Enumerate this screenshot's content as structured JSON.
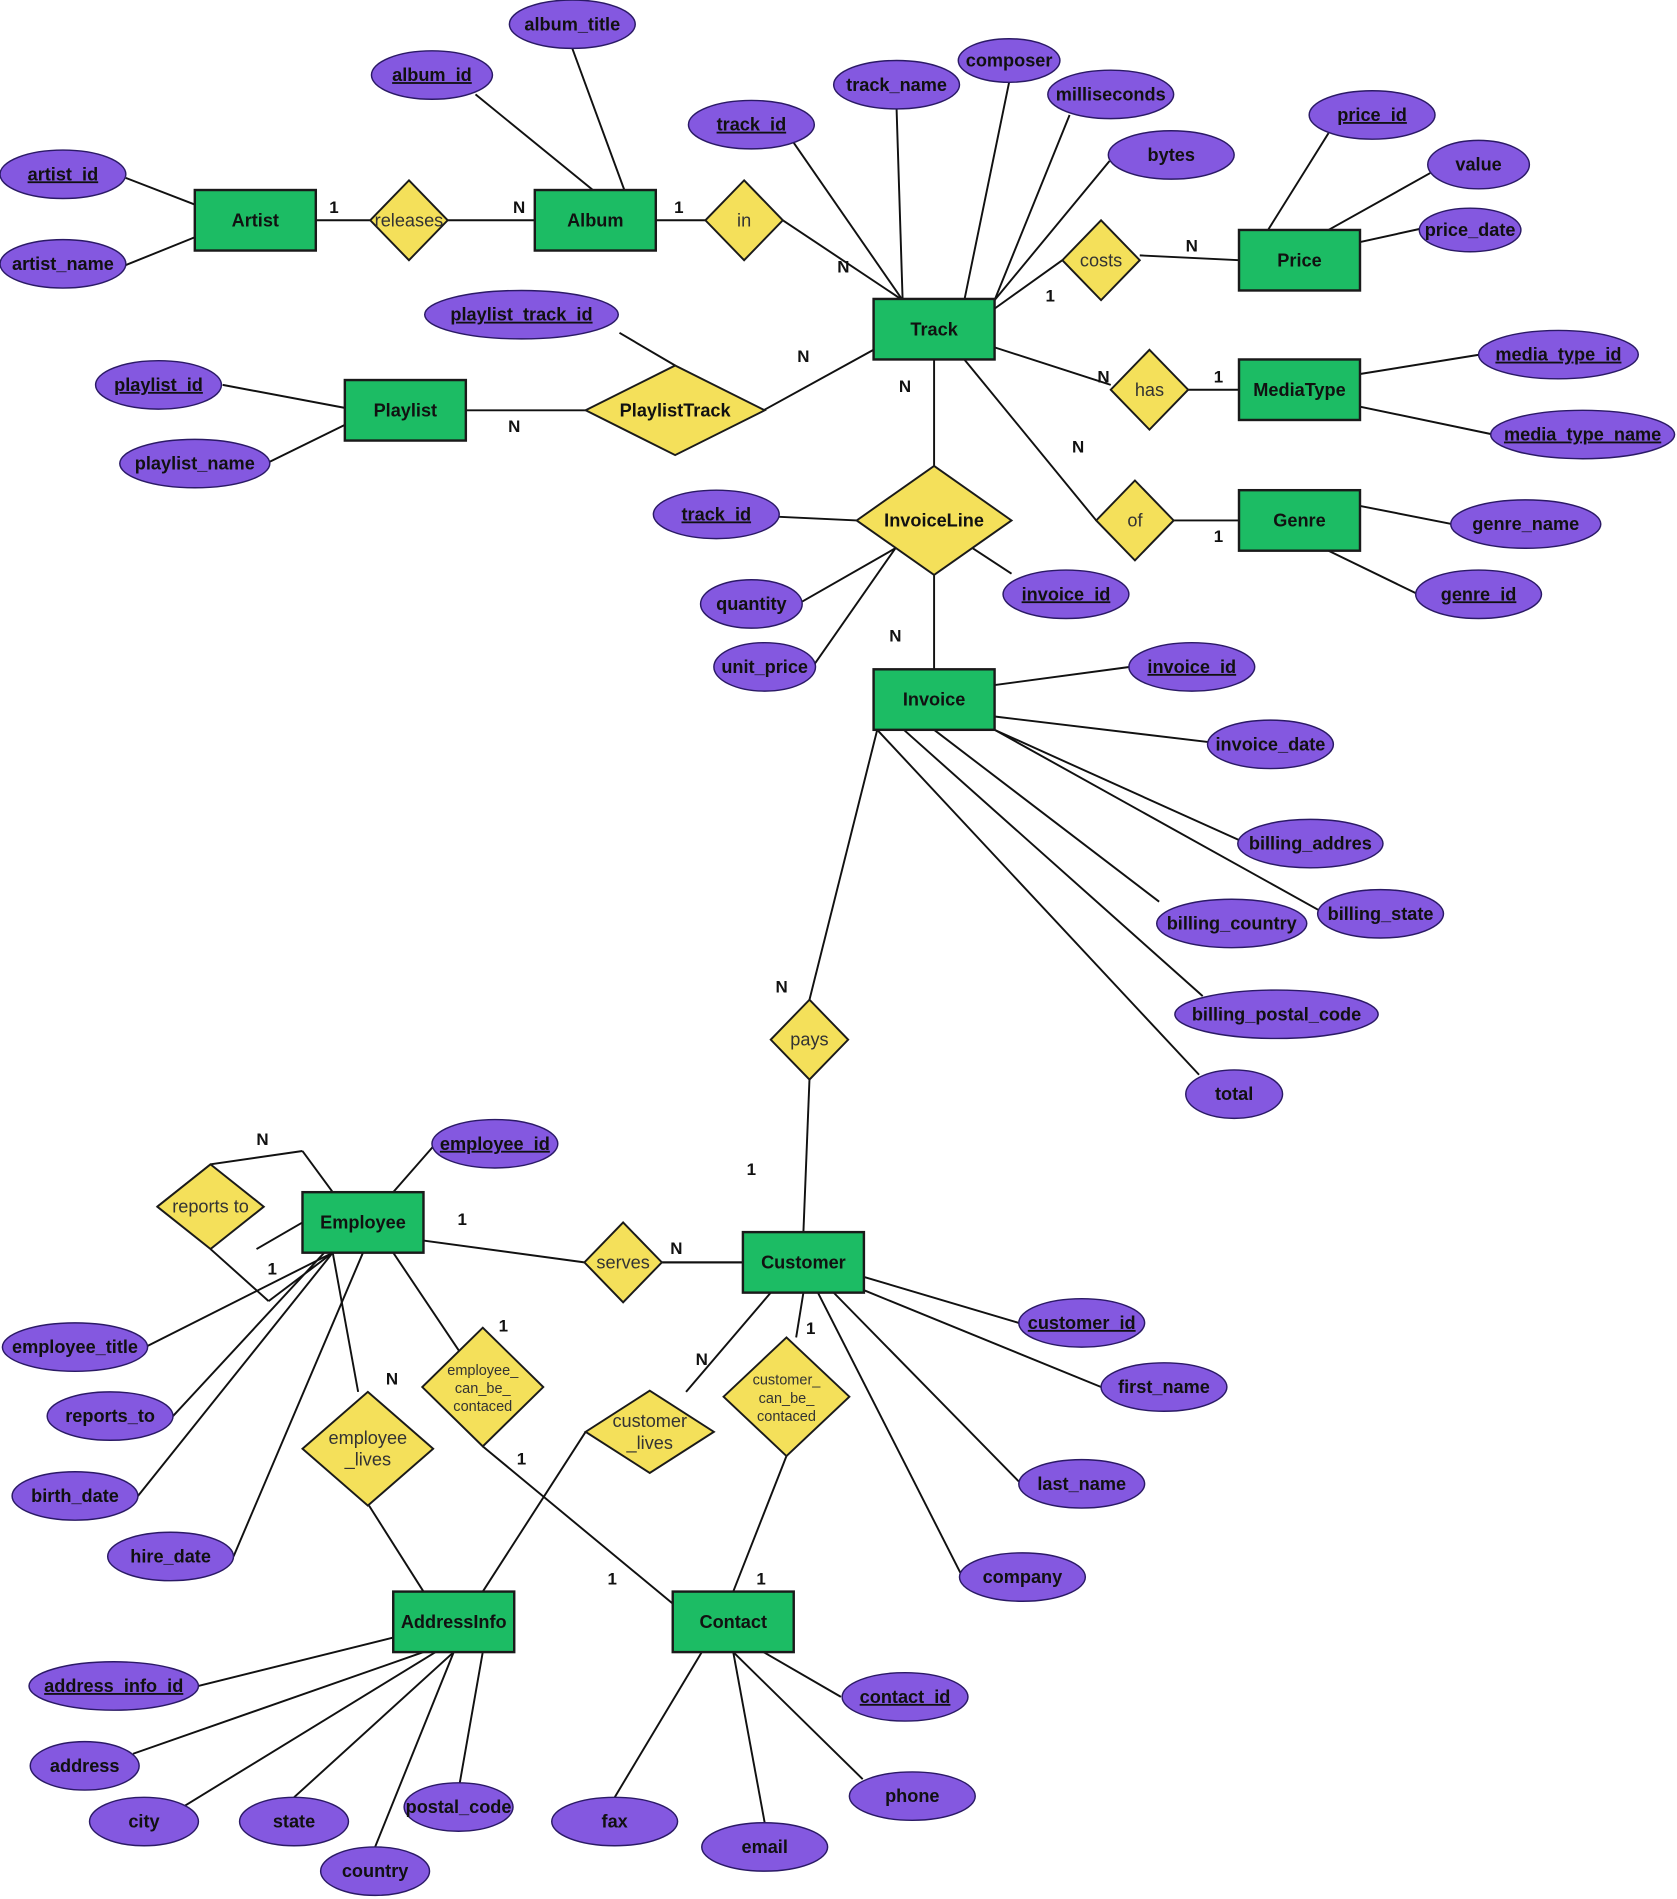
{
  "diagram": {
    "type": "er-diagram",
    "colors": {
      "entity": "#1cbc64",
      "attribute": "#8458e0",
      "relationship": "#f4e05a",
      "line": "#111111"
    },
    "entities": [
      {
        "id": "artist",
        "label": "Artist"
      },
      {
        "id": "album",
        "label": "Album"
      },
      {
        "id": "track",
        "label": "Track"
      },
      {
        "id": "price",
        "label": "Price"
      },
      {
        "id": "mediatype",
        "label": "MediaType"
      },
      {
        "id": "genre",
        "label": "Genre"
      },
      {
        "id": "playlist",
        "label": "Playlist"
      },
      {
        "id": "invoice",
        "label": "Invoice"
      },
      {
        "id": "customer",
        "label": "Customer"
      },
      {
        "id": "employee",
        "label": "Employee"
      },
      {
        "id": "addressinfo",
        "label": "AddressInfo"
      },
      {
        "id": "contact",
        "label": "Contact"
      }
    ],
    "relationships": [
      {
        "id": "releases",
        "label": "releases"
      },
      {
        "id": "in",
        "label": "in"
      },
      {
        "id": "costs",
        "label": "costs"
      },
      {
        "id": "has",
        "label": "has"
      },
      {
        "id": "of",
        "label": "of"
      },
      {
        "id": "playlisttrack",
        "label": "PlaylistTrack"
      },
      {
        "id": "invoiceline",
        "label": "InvoiceLine"
      },
      {
        "id": "pays",
        "label": "pays"
      },
      {
        "id": "reportsto",
        "label": "reports to"
      },
      {
        "id": "serves",
        "label": "serves"
      },
      {
        "id": "employee_lives",
        "label": "employee\n_lives"
      },
      {
        "id": "employee_contact",
        "label": "employee_\ncan_be_\ncontaced"
      },
      {
        "id": "customer_lives",
        "label": "customer\n_lives"
      },
      {
        "id": "customer_contact",
        "label": "customer_\ncan_be_\ncontaced"
      }
    ],
    "attributes": [
      {
        "id": "a_artist_id",
        "label": "artist_id",
        "key": true,
        "owner": "artist"
      },
      {
        "id": "a_artist_name",
        "label": "artist_name",
        "key": false,
        "owner": "artist"
      },
      {
        "id": "a_album_id",
        "label": "album_id",
        "key": true,
        "owner": "album"
      },
      {
        "id": "a_album_title",
        "label": "album_title",
        "key": false,
        "owner": "album"
      },
      {
        "id": "a_track_id",
        "label": "track_id",
        "key": true,
        "owner": "track"
      },
      {
        "id": "a_track_name",
        "label": "track_name",
        "key": false,
        "owner": "track"
      },
      {
        "id": "a_composer",
        "label": "composer",
        "key": false,
        "owner": "track"
      },
      {
        "id": "a_milliseconds",
        "label": "milliseconds",
        "key": false,
        "owner": "track"
      },
      {
        "id": "a_bytes",
        "label": "bytes",
        "key": false,
        "owner": "track"
      },
      {
        "id": "a_price_id",
        "label": "price_id",
        "key": true,
        "owner": "price"
      },
      {
        "id": "a_value",
        "label": "value",
        "key": false,
        "owner": "price"
      },
      {
        "id": "a_price_date",
        "label": "price_date",
        "key": false,
        "owner": "price"
      },
      {
        "id": "a_media_type_id",
        "label": "media_type_id",
        "key": true,
        "owner": "mediatype"
      },
      {
        "id": "a_media_type_name",
        "label": "media_type_name",
        "key": true,
        "owner": "mediatype"
      },
      {
        "id": "a_genre_name",
        "label": "genre_name",
        "key": false,
        "owner": "genre"
      },
      {
        "id": "a_genre_id",
        "label": "genre_id",
        "key": true,
        "owner": "genre"
      },
      {
        "id": "a_playlist_track_id",
        "label": "playlist_track_id",
        "key": true,
        "owner": "playlisttrack"
      },
      {
        "id": "a_playlist_id",
        "label": "playlist_id",
        "key": true,
        "owner": "playlist"
      },
      {
        "id": "a_playlist_name",
        "label": "playlist_name",
        "key": false,
        "owner": "playlist"
      },
      {
        "id": "a_il_track_id",
        "label": "track_id",
        "key": true,
        "owner": "invoiceline"
      },
      {
        "id": "a_il_invoice_id",
        "label": "invoice_id",
        "key": true,
        "owner": "invoiceline"
      },
      {
        "id": "a_quantity",
        "label": "quantity",
        "key": false,
        "owner": "invoiceline"
      },
      {
        "id": "a_unit_price",
        "label": "unit_price",
        "key": false,
        "owner": "invoiceline"
      },
      {
        "id": "a_invoice_id",
        "label": "invoice_id",
        "key": true,
        "owner": "invoice"
      },
      {
        "id": "a_invoice_date",
        "label": "invoice_date",
        "key": false,
        "owner": "invoice"
      },
      {
        "id": "a_billing_addres",
        "label": "billing_addres",
        "key": false,
        "owner": "invoice"
      },
      {
        "id": "a_billing_state",
        "label": "billing_state",
        "key": false,
        "owner": "invoice"
      },
      {
        "id": "a_billing_country",
        "label": "billing_country",
        "key": false,
        "owner": "invoice"
      },
      {
        "id": "a_billing_postal_code",
        "label": "billing_postal_code",
        "key": false,
        "owner": "invoice"
      },
      {
        "id": "a_total",
        "label": "total",
        "key": false,
        "owner": "invoice"
      },
      {
        "id": "a_employee_id",
        "label": "employee_id",
        "key": true,
        "owner": "employee"
      },
      {
        "id": "a_employee_title",
        "label": "employee_title",
        "key": false,
        "owner": "employee"
      },
      {
        "id": "a_reports_to",
        "label": "reports_to",
        "key": false,
        "owner": "employee"
      },
      {
        "id": "a_birth_date",
        "label": "birth_date",
        "key": false,
        "owner": "employee"
      },
      {
        "id": "a_hire_date",
        "label": "hire_date",
        "key": false,
        "owner": "employee"
      },
      {
        "id": "a_customer_id",
        "label": "customer_id",
        "key": true,
        "owner": "customer"
      },
      {
        "id": "a_first_name",
        "label": "first_name",
        "key": false,
        "owner": "customer"
      },
      {
        "id": "a_last_name",
        "label": "last_name",
        "key": false,
        "owner": "customer"
      },
      {
        "id": "a_company",
        "label": "company",
        "key": false,
        "owner": "customer"
      },
      {
        "id": "a_address_info_id",
        "label": "address_info_id",
        "key": true,
        "owner": "addressinfo"
      },
      {
        "id": "a_address",
        "label": "address",
        "key": false,
        "owner": "addressinfo"
      },
      {
        "id": "a_city",
        "label": "city",
        "key": false,
        "owner": "addressinfo"
      },
      {
        "id": "a_state",
        "label": "state",
        "key": false,
        "owner": "addressinfo"
      },
      {
        "id": "a_country",
        "label": "country",
        "key": false,
        "owner": "addressinfo"
      },
      {
        "id": "a_postal_code",
        "label": "postal_code",
        "key": false,
        "owner": "addressinfo"
      },
      {
        "id": "a_contact_id",
        "label": "contact_id",
        "key": true,
        "owner": "contact"
      },
      {
        "id": "a_fax",
        "label": "fax",
        "key": false,
        "owner": "contact"
      },
      {
        "id": "a_email",
        "label": "email",
        "key": false,
        "owner": "contact"
      },
      {
        "id": "a_phone",
        "label": "phone",
        "key": false,
        "owner": "contact"
      }
    ],
    "connections": [
      {
        "from": "artist",
        "to": "releases",
        "cardinality": "1"
      },
      {
        "from": "releases",
        "to": "album",
        "cardinality": "N"
      },
      {
        "from": "album",
        "to": "in",
        "cardinality": "1"
      },
      {
        "from": "in",
        "to": "track",
        "cardinality": "N"
      },
      {
        "from": "track",
        "to": "costs",
        "cardinality": "1"
      },
      {
        "from": "costs",
        "to": "price",
        "cardinality": "N"
      },
      {
        "from": "track",
        "to": "has",
        "cardinality": "N"
      },
      {
        "from": "has",
        "to": "mediatype",
        "cardinality": "1"
      },
      {
        "from": "track",
        "to": "of",
        "cardinality": "N"
      },
      {
        "from": "of",
        "to": "genre",
        "cardinality": "1"
      },
      {
        "from": "playlist",
        "to": "playlisttrack",
        "cardinality": "N"
      },
      {
        "from": "playlisttrack",
        "to": "track",
        "cardinality": "N"
      },
      {
        "from": "track",
        "to": "invoiceline",
        "cardinality": "N"
      },
      {
        "from": "invoiceline",
        "to": "invoice",
        "cardinality": "N"
      },
      {
        "from": "invoice",
        "to": "pays",
        "cardinality": "N"
      },
      {
        "from": "pays",
        "to": "customer",
        "cardinality": "1"
      },
      {
        "from": "employee",
        "to": "reportsto",
        "cardinality": "N"
      },
      {
        "from": "reportsto",
        "to": "employee",
        "cardinality": "1"
      },
      {
        "from": "employee",
        "to": "serves",
        "cardinality": "1"
      },
      {
        "from": "serves",
        "to": "customer",
        "cardinality": "N"
      },
      {
        "from": "employee",
        "to": "employee_lives",
        "cardinality": "N"
      },
      {
        "from": "employee_lives",
        "to": "addressinfo",
        "cardinality": ""
      },
      {
        "from": "employee",
        "to": "employee_contact",
        "cardinality": "1"
      },
      {
        "from": "employee_contact",
        "to": "contact",
        "cardinality": "1"
      },
      {
        "from": "customer",
        "to": "customer_lives",
        "cardinality": "N"
      },
      {
        "from": "customer_lives",
        "to": "addressinfo",
        "cardinality": ""
      },
      {
        "from": "customer",
        "to": "customer_contact",
        "cardinality": "1"
      },
      {
        "from": "customer_contact",
        "to": "contact",
        "cardinality": "1"
      }
    ]
  }
}
